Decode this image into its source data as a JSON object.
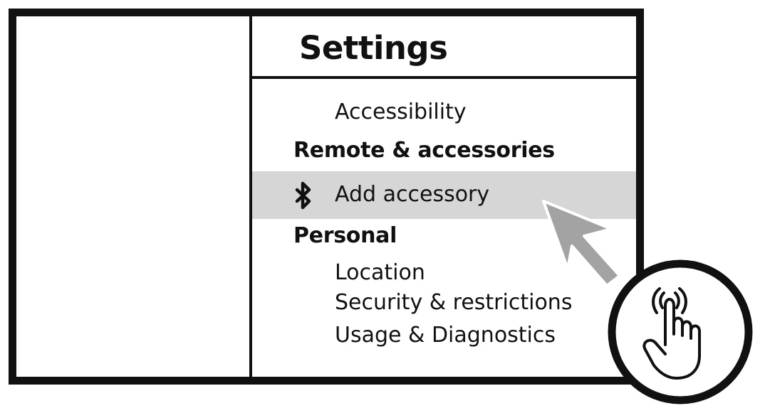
{
  "settings": {
    "title": "Settings",
    "items": [
      {
        "label": "Accessibility",
        "kind": "item"
      },
      {
        "label": "Remote & accessories",
        "kind": "header"
      },
      {
        "label": "Add accessory",
        "kind": "item",
        "icon": "bluetooth-icon",
        "highlighted": true
      },
      {
        "label": "Personal",
        "kind": "header"
      },
      {
        "label": "Location",
        "kind": "item"
      },
      {
        "label": "Security & restrictions",
        "kind": "item"
      },
      {
        "label": "Usage & Diagnostics",
        "kind": "item"
      }
    ]
  },
  "annotations": {
    "arrow_icon": "arrow-pointer-icon",
    "tap_icon": "tap-hand-icon"
  },
  "colors": {
    "frame": "#111111",
    "highlight": "#d6d6d6",
    "arrow": "#a3a3a3"
  }
}
